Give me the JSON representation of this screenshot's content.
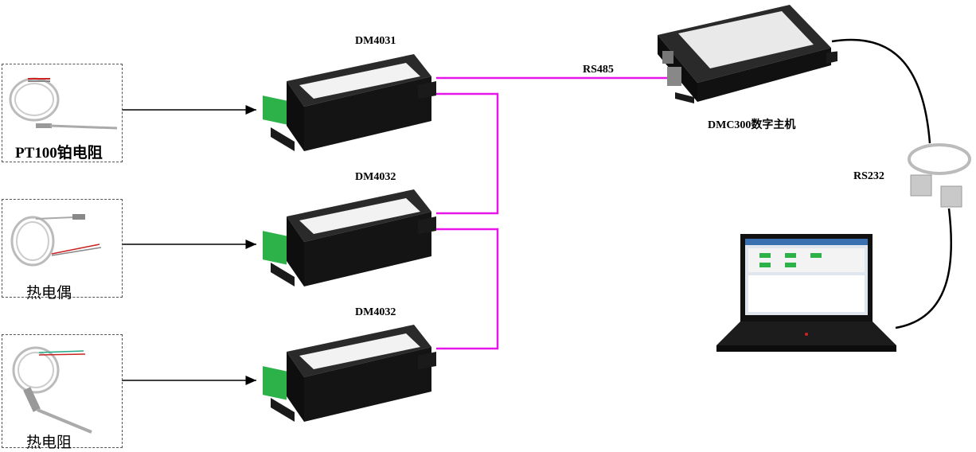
{
  "sensors": [
    {
      "label": "PT100铂电阻"
    },
    {
      "label": "热电偶"
    },
    {
      "label": "热电阻"
    }
  ],
  "modules": [
    {
      "label": "DM4031"
    },
    {
      "label": "DM4032"
    },
    {
      "label": "DM4032"
    }
  ],
  "host": {
    "label": "DMC300数字主机"
  },
  "links": {
    "rs485": "RS485",
    "rs232": "RS232"
  },
  "colors": {
    "bus": "#e815e8",
    "module_body": "#1a1a1a",
    "terminal": "#2db24a",
    "arrow": "#000000"
  }
}
